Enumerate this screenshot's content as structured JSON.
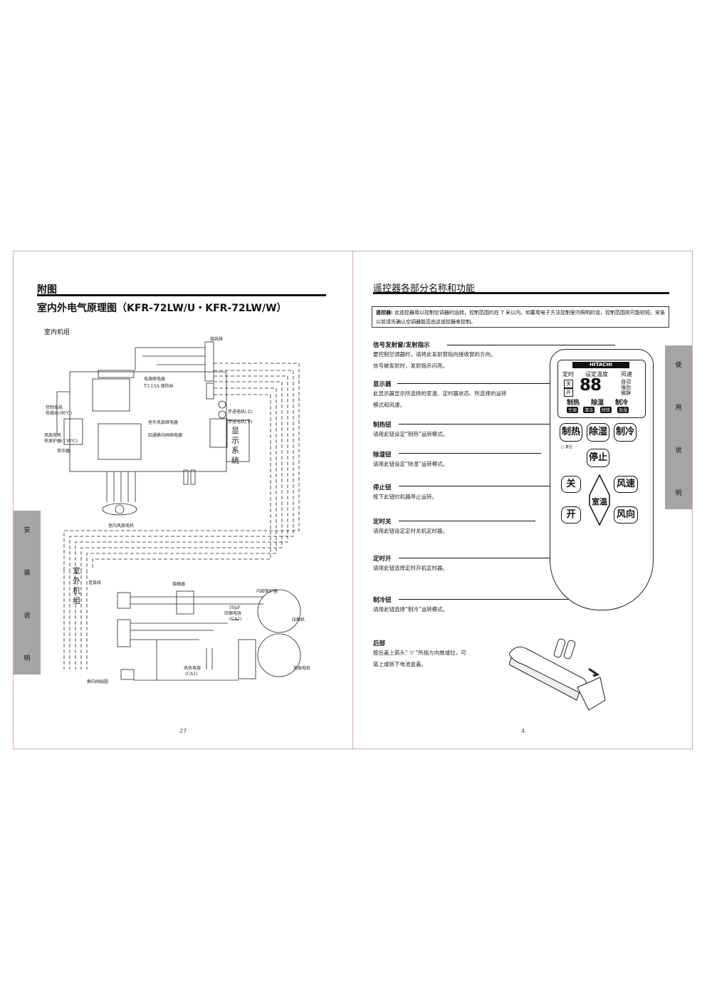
{
  "left_page": {
    "header": "附图",
    "title": "室内外电气原理图（KFR-72LW/U・KFR-72LW/W）",
    "indoor_label": "室内机组",
    "diagram_labels": {
      "terminal_block": "接线排",
      "relay": "电源继电器",
      "fuse": "T3.15A\n保险丝",
      "ctrl_thermal": "控制系统\n热熔丝(96℃)",
      "fan_motor_prot": "风扇电机\n热保护器(130℃)",
      "transformer": "变压器",
      "outdoor_fan_relay": "室外风扇继电器",
      "reverse_relay": "四通换向阀继电器",
      "display": "显示系统",
      "stepper_up": "步进电机(上)",
      "stepper_down": "步进电机(下)",
      "fan_motor": "室内风扇电机",
      "outdoor_label": "室外机组",
      "connector": "连接线",
      "contactor": "接触器",
      "compressor": "压缩机",
      "fan_motor_out": "风扇电机",
      "fan_cap": "风机电容\n(CA1)",
      "reversing_coil": "换向阀线圈",
      "comp_cap": "50μF\n压缩电容\n(CA2)",
      "comp_prot": "内部保护器"
    },
    "side_tab": [
      "安",
      "装",
      "说",
      "明"
    ],
    "page_number": "27"
  },
  "right_page": {
    "header": "遥控器各部分名称和功能",
    "note_label": "遥控器:",
    "note_text": "此遥控器用以控制空调器的运转，控制范围约在 7 米以内。如要用电子方法控制室内照明的话，控制范围则可能较短。安装以前请先确认空调器能否由这遥控器来控制。",
    "sections": [
      {
        "title": "信号发射窗/发射指示",
        "body": "要控制空调器时，请将此发射窗指向接收窗的方向。\n信号被发射时，发射指示闪亮。"
      },
      {
        "title": "显示器",
        "body": "此显示器显示所选择的室温、定时器状态、所选择的运转\n模式和风速。"
      },
      {
        "title": "制热钮",
        "body": "请用此钮设定“制热”运转模式。"
      },
      {
        "title": "除湿钮",
        "body": "请用此钮设定“除湿”运转模式。"
      },
      {
        "title": "停止钮",
        "body": "按下此钮时机器停止运转。"
      },
      {
        "title": "定时关",
        "body": "请用此钮设定定时关机定时器。"
      },
      {
        "title": "定时开",
        "body": "请用此钮选择定时开机定时器。"
      },
      {
        "title": "制冷钮",
        "body": "请用此钮选择“制冷”运转模式。"
      },
      {
        "title": "后部",
        "body": "按后盖上箭头“ ▽ ”所指方向推或拉，可\n装上或拆下电池盒盖。"
      }
    ],
    "remote": {
      "brand": "HITACHI",
      "lcd_top": [
        "定时",
        "设定温度",
        "风速"
      ],
      "lcd_off": "关",
      "lcd_on": "开",
      "lcd_digits": "88",
      "lcd_fan": [
        "自动",
        "强劲",
        "微静"
      ],
      "lcd_modes": [
        "制热",
        "除湿",
        "制冷"
      ],
      "lcd_sub": [
        "空调",
        "清洁",
        "除铁",
        "加湿"
      ],
      "btn_heat": "制热",
      "btn_dry": "除湿",
      "btn_cool": "制冷",
      "btn_stop": "停止",
      "reset": "○ 复位",
      "btn_off": "关",
      "btn_on": "开",
      "btn_temp": "室温",
      "btn_fan": "风速",
      "btn_swing": "风向"
    },
    "side_tab": [
      "使",
      "用",
      "说",
      "明"
    ],
    "page_number": "4"
  },
  "colors": {
    "side_tab": "#a5a5a5",
    "frame": "#d7a7a7"
  }
}
